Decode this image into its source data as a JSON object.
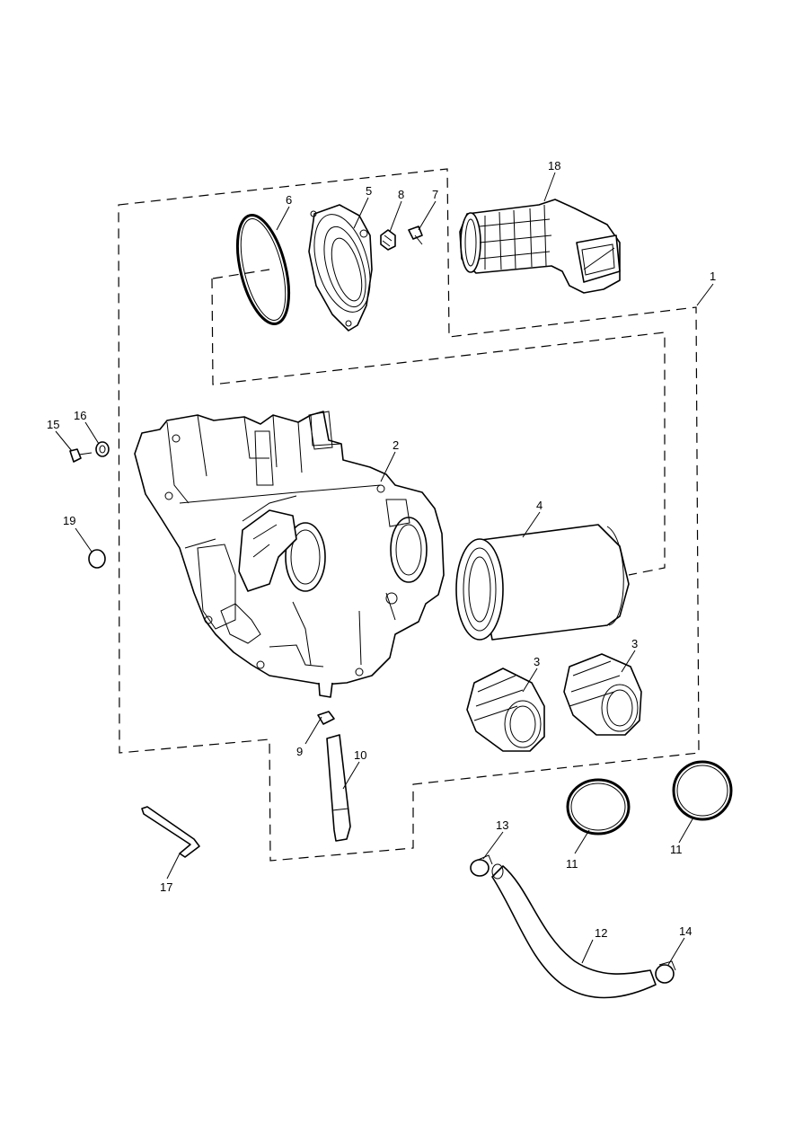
{
  "callouts": {
    "c1": "1",
    "c2": "2",
    "c3a": "3",
    "c3b": "3",
    "c4": "4",
    "c5": "5",
    "c6": "6",
    "c7": "7",
    "c8": "8",
    "c9": "9",
    "c10": "10",
    "c11a": "11",
    "c11b": "11",
    "c12": "12",
    "c13": "13",
    "c14": "14",
    "c15": "15",
    "c16": "16",
    "c17": "17",
    "c18": "18",
    "c19": "19"
  },
  "colors": {
    "line": "#000000",
    "background": "#ffffff"
  }
}
